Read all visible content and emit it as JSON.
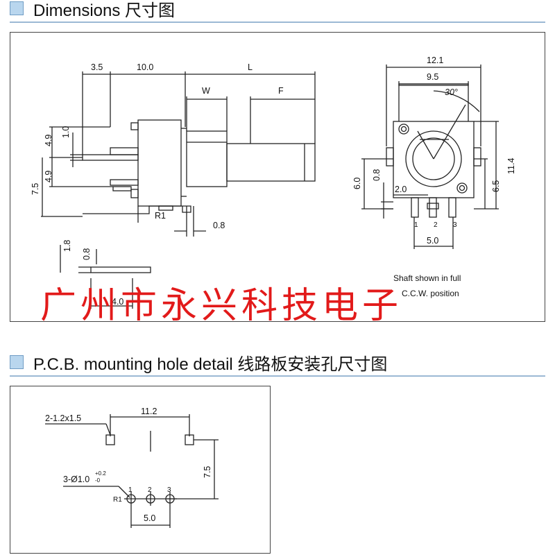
{
  "dimensions": {
    "title": "Dimensions 尺寸图",
    "labels": {
      "d3_5": "3.5",
      "d10_0": "10.0",
      "dL": "L",
      "dW": "W",
      "dF": "F",
      "d4_9a": "4.9",
      "d1_0": "1.0",
      "d4_9b": "4.9",
      "d7_5": "7.5",
      "r1": "R1",
      "d0_8a": "0.8",
      "d1_8": "1.8",
      "d0_8b": "0.8",
      "d4_0": "4.0",
      "d12_1": "12.1",
      "d9_5": "9.5",
      "d30": "30°",
      "d11_4": "11.4",
      "d6_0": "6.0",
      "d0_8c": "0.8",
      "d2_0": "2.0",
      "d6_5": "6.5",
      "p1": "1",
      "p2": "2",
      "p3": "3",
      "d5_0": "5.0",
      "note1": "Shaft shown in full",
      "note2": "C.C.W. position"
    },
    "watermark": "广州市永兴科技电子"
  },
  "pcb": {
    "title": "P.C.B. mounting hole detail 线路板安装孔尺寸图",
    "labels": {
      "slot": "2-1.2x1.5",
      "d11_2": "11.2",
      "hole": "3-Ø1.0",
      "tol_up": "+0.2",
      "tol_dn": "-0",
      "d7_5": "7.5",
      "r1": "R1",
      "p1": "1",
      "p2": "2",
      "p3": "3",
      "d5_0": "5.0"
    }
  },
  "colors": {
    "accent_box": "#b9d6ee",
    "rule": "#9bb8d4",
    "watermark": "#e21a1a"
  }
}
